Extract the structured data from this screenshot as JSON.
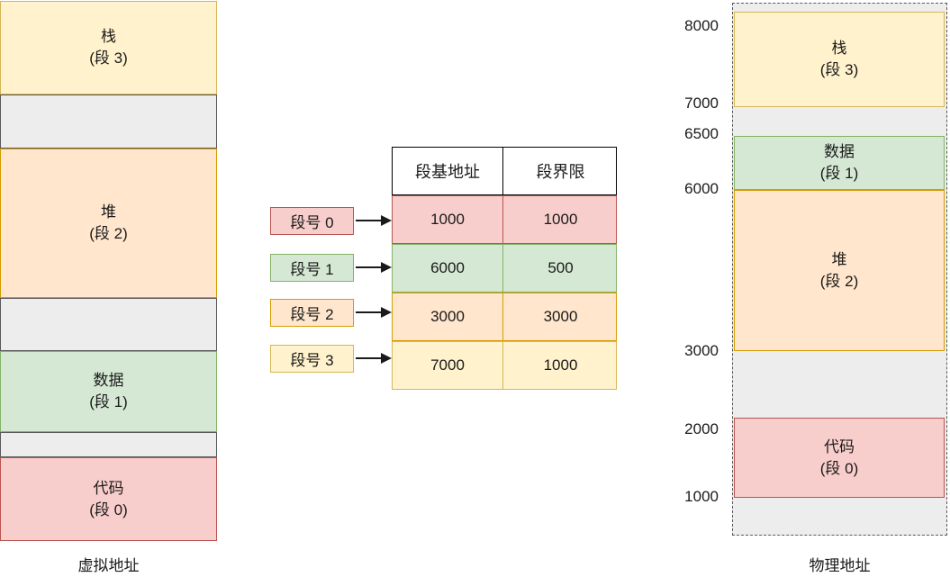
{
  "colors": {
    "yellow_fill": "#fff2cc",
    "yellow_border": "#d6b656",
    "orange_fill": "#ffe6cc",
    "orange_border": "#d79b00",
    "green_fill": "#d5e8d4",
    "green_border": "#82b366",
    "red_fill": "#f8cecc",
    "red_border": "#b85450",
    "gray_fill": "#ededed",
    "gray_border": "#5a5a5a",
    "text": "#1a1a1a"
  },
  "virtual_memory": {
    "caption": "虚拟地址",
    "segments": [
      {
        "name": "栈",
        "seg": "(段 3)",
        "color": "yellow"
      },
      {
        "name": "堆",
        "seg": "(段 2)",
        "color": "orange"
      },
      {
        "name": "数据",
        "seg": "(段 1)",
        "color": "green"
      },
      {
        "name": "代码",
        "seg": "(段 0)",
        "color": "red"
      }
    ]
  },
  "segment_table": {
    "col_headers": [
      "段基地址",
      "段界限"
    ],
    "rows": [
      {
        "label": "段号 0",
        "base": "1000",
        "limit": "1000",
        "color": "red"
      },
      {
        "label": "段号 1",
        "base": "6000",
        "limit": "500",
        "color": "green"
      },
      {
        "label": "段号 2",
        "base": "3000",
        "limit": "3000",
        "color": "orange"
      },
      {
        "label": "段号 3",
        "base": "7000",
        "limit": "1000",
        "color": "yellow"
      }
    ]
  },
  "physical_memory": {
    "caption": "物理地址",
    "address_marks": [
      "8000",
      "7000",
      "6500",
      "6000",
      "3000",
      "2000",
      "1000"
    ],
    "segments": [
      {
        "name": "栈",
        "seg": "(段 3)",
        "color": "yellow"
      },
      {
        "name": "数据",
        "seg": "(段 1)",
        "color": "green"
      },
      {
        "name": "堆",
        "seg": "(段 2)",
        "color": "orange"
      },
      {
        "name": "代码",
        "seg": "(段 0)",
        "color": "red"
      }
    ]
  }
}
